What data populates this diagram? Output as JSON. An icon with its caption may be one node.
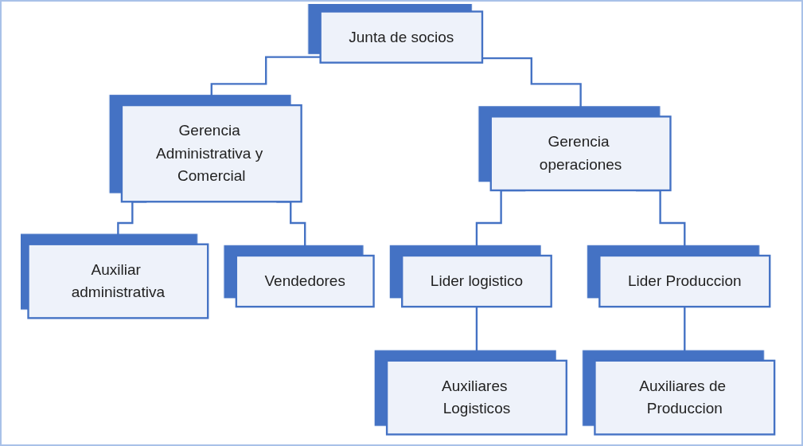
{
  "diagram": {
    "nodes": [
      {
        "text": [
          "Junta de socios"
        ]
      },
      {
        "text": [
          "Gerencia Administrativa y Comercial"
        ]
      },
      {
        "text": [
          "Gerencia operaciones"
        ]
      },
      {
        "text": [
          "Auxiliar administrativa"
        ]
      },
      {
        "text": [
          "Vendedores"
        ]
      },
      {
        "text": [
          "Lider logistico"
        ]
      },
      {
        "text": [
          "Lider Produccion"
        ]
      },
      {
        "text": [
          "Auxiliares Logisticos"
        ]
      },
      {
        "text": [
          "Auxiliares de Produccion"
        ]
      }
    ],
    "edges": [
      {
        "from": 0,
        "to": 1,
        "arrow": "none"
      },
      {
        "from": 0,
        "to": 2,
        "arrow": "none"
      },
      {
        "from": 1,
        "to": 3,
        "arrow": "none"
      },
      {
        "from": 1,
        "to": 4,
        "arrow": "none"
      },
      {
        "from": 2,
        "to": 5,
        "arrow": "none"
      },
      {
        "from": 2,
        "to": 6,
        "arrow": "none"
      },
      {
        "from": 5,
        "to": 7,
        "arrow": "none"
      },
      {
        "from": 6,
        "to": 8,
        "arrow": "none"
      }
    ]
  }
}
